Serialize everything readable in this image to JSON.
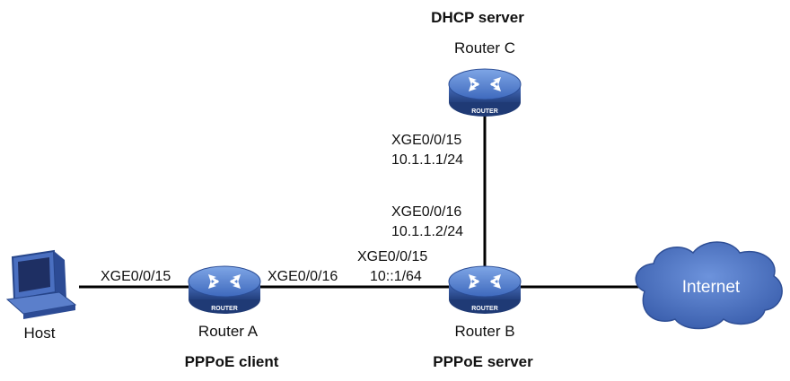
{
  "roles": {
    "dhcp_server": "DHCP server",
    "pppoe_client": "PPPoE client",
    "pppoe_server": "PPPoE server"
  },
  "nodes": {
    "router_c": "Router C",
    "router_a": "Router A",
    "router_b": "Router B",
    "host": "Host",
    "internet": "Internet",
    "router_badge": "ROUTER"
  },
  "interfaces": {
    "host_a": "XGE0/0/15",
    "a_b": "XGE0/0/16",
    "b_a": "XGE0/0/15",
    "b_a_ip": "10::1/64",
    "c_b": "XGE0/0/15",
    "c_b_ip": "10.1.1.1/24",
    "b_c": "XGE0/0/16",
    "b_c_ip": "10.1.1.2/24"
  },
  "colors": {
    "router_body": "#3a5fb0",
    "router_top": "#5a86d4",
    "cloud": "#4b74c6",
    "link": "#000000"
  }
}
